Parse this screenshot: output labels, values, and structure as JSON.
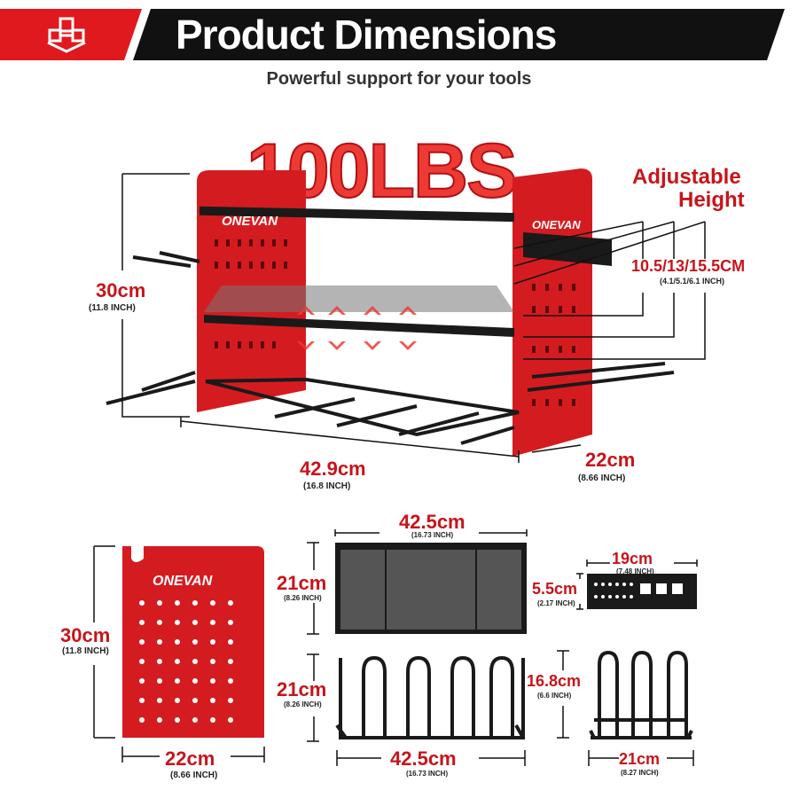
{
  "header": {
    "title": "Product Dimensions",
    "subtitle": "Powerful support for your tools",
    "colors": {
      "accent": "#e0191f",
      "dark": "#111111",
      "rack_red": "#d41c20"
    }
  },
  "hero": {
    "capacity_label": "100LBS",
    "brand": "ONEVAN",
    "adjustable_title_line1": "Adjustable",
    "adjustable_title_line2": "Height",
    "adjust_cm": "10.5/13/15.5CM",
    "adjust_inch": "(4.1/5.1/6.1 INCH)",
    "height_cm": "30cm",
    "height_inch": "(11.8 INCH)",
    "width_cm": "42.9cm",
    "width_inch": "(16.8 INCH)",
    "depth_cm": "22cm",
    "depth_inch": "(8.66 INCH)"
  },
  "parts": {
    "side_panel": {
      "brand": "ONEVAN",
      "height_cm": "30cm",
      "height_inch": "(11.8 INCH)",
      "width_cm": "22cm",
      "width_inch": "(8.66 INCH)"
    },
    "shelf": {
      "width_cm": "42.5cm",
      "width_inch": "(16.73 INCH)",
      "depth_cm": "21cm",
      "depth_inch": "(8.26 INCH)"
    },
    "bit_holder": {
      "width_cm": "19cm",
      "width_inch": "(7.48 INCH)",
      "height_cm": "5.5cm",
      "height_inch": "(2.17 INCH)"
    },
    "drill_rack": {
      "height_cm": "21cm",
      "height_inch": "(8.26 INCH)",
      "width_cm": "42.5cm",
      "width_inch": "(16.73 INCH)"
    },
    "small_rack": {
      "height_cm": "16.8cm",
      "height_inch": "(6.6 INCH)",
      "width_cm": "21cm",
      "width_inch": "(8.27 INCH)"
    }
  }
}
